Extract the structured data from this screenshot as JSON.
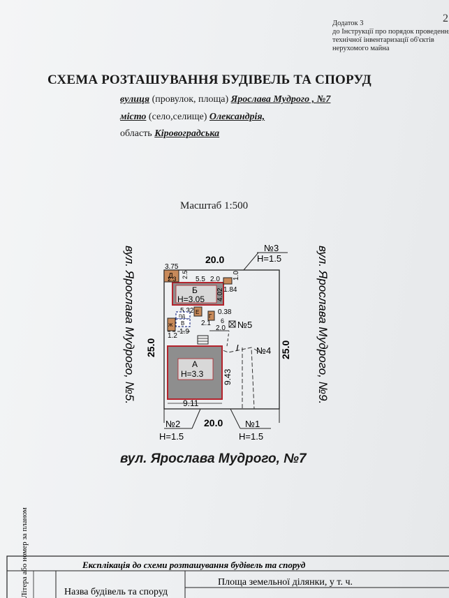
{
  "annex": {
    "line1": "Додаток 3",
    "line2": "до Інструкції про порядок проведення",
    "line3": "технічної інвентаризації об'єктів",
    "line4": "нерухомого майна"
  },
  "page_number": "2",
  "title": "СХЕМА РОЗТАШУВАННЯ БУДІВЕЛЬ ТА СПОРУД",
  "address": {
    "street_key": "вулиця",
    "street_hint": " (провулок, площа) ",
    "street_value": "Ярослава Мудрого , №7",
    "city_key": "місто",
    "city_hint": " (село,селище) ",
    "city_value": "Олександрія,",
    "region_key": "область ",
    "region_value": "Кіровоградська"
  },
  "scale": "Масштаб 1:500",
  "plan": {
    "side_left": "вул. Ярослава Мудрого, №5.",
    "side_right": "вул. Ярослава Мудрого, №9.",
    "top_width": "20.0",
    "bottom_width": "20.0",
    "left_depth": "25.0",
    "right_depth": "25.0",
    "fence_3": "№3",
    "fence_3_h": "H=1.5",
    "fence_2": "№2",
    "fence_2_h": "H=1.5",
    "fence_1": "№1",
    "fence_1_h": "H=1.5",
    "mark_4": "№4",
    "mark_5": "№5",
    "bldg_a": "А",
    "bldg_a_h": "H=3.3",
    "bldg_b": "Б",
    "bldg_b_h": "H=3.05",
    "bldg_v": "В",
    "bldg_pd": "пд",
    "bldg_d": "Д",
    "mark_e": "Е",
    "mark_g": "Г",
    "mark_zh": "Ж",
    "mark_i": "І",
    "d_375": "3.75",
    "d_23": "2.3",
    "d_25": "2.5",
    "d_55": "5.5",
    "d_20a": "2.0",
    "d_10": "1.0",
    "d_402": "4.02",
    "d_184": "1.84",
    "d_532": "5.32",
    "d_038": "0.38",
    "d_21": "2.1",
    "d_20b": "2.0",
    "d_12": "1.2",
    "d_19": "1.9",
    "d_06": "6",
    "d_943": "9.43",
    "d_911": "9.11"
  },
  "bottom_street": "вул. Ярослава Мудрого, №7",
  "table": {
    "caption": "Експлікація до схеми розташування будівель та споруд",
    "col1": "Літера або номер за планом",
    "col2": "Назва будівель та споруд",
    "col3": "Площа земельної ділянки, у т. ч."
  },
  "colors": {
    "building_outline": "#b4232c",
    "building_fill": "#8e8e8e",
    "shed_fill": "#c88a5a"
  }
}
